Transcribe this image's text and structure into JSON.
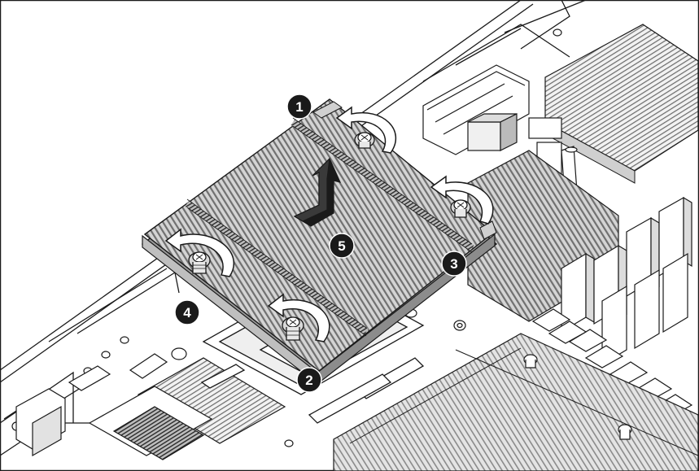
{
  "figure": {
    "colors": {
      "line": "#1a1a1a",
      "board": "#ffffff",
      "heatsink_light": "#cfcfcf",
      "heatsink_dark": "#6e6e6e",
      "component_fill": "#e9e9e9",
      "callout_fill": "#1a1a1a",
      "callout_text": "#ffffff",
      "arrow_fill": "#1a1a1a"
    },
    "callouts": [
      {
        "id": "step-1",
        "label": "1"
      },
      {
        "id": "step-2",
        "label": "2"
      },
      {
        "id": "step-3",
        "label": "3"
      },
      {
        "id": "step-4",
        "label": "4"
      },
      {
        "id": "step-5",
        "label": "5"
      }
    ],
    "icons": {
      "rotation_arrow": "curved-counterclockwise-arrow-icon",
      "lift_arrow": "lift-up-arrow-icon",
      "screw": "captive-screw-icon"
    }
  }
}
